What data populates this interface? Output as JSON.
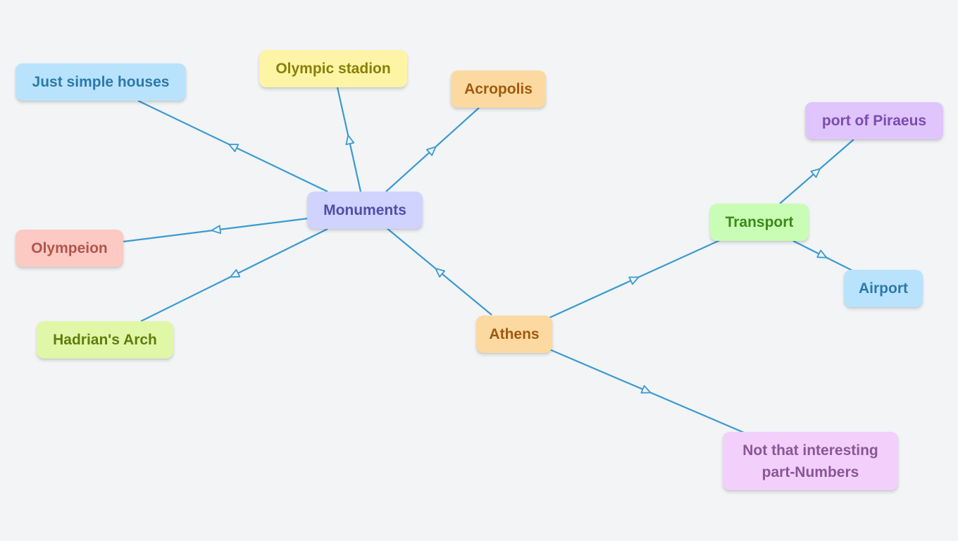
{
  "diagram": {
    "type": "mind-map",
    "nodes": {
      "athens": "Athens",
      "monuments": "Monuments",
      "transport": "Transport",
      "just_simple_houses": "Just simple houses",
      "olympic_stadion": "Olympic stadion",
      "acropolis": "Acropolis",
      "olympeion": "Olympeion",
      "hadrians_arch": "Hadrian's Arch",
      "port_of_piraeus": "port of Piraeus",
      "airport": "Airport",
      "not_that_interesting_line1": "Not that interesting",
      "not_that_interesting_line2": "part-Numbers"
    },
    "edges": [
      {
        "from": "athens",
        "to": "monuments"
      },
      {
        "from": "athens",
        "to": "transport"
      },
      {
        "from": "athens",
        "to": "not_that_interesting"
      },
      {
        "from": "monuments",
        "to": "just_simple_houses"
      },
      {
        "from": "monuments",
        "to": "olympic_stadion"
      },
      {
        "from": "monuments",
        "to": "acropolis"
      },
      {
        "from": "monuments",
        "to": "olympeion"
      },
      {
        "from": "monuments",
        "to": "hadrians_arch"
      },
      {
        "from": "transport",
        "to": "port_of_piraeus"
      },
      {
        "from": "transport",
        "to": "airport"
      }
    ],
    "colors": {
      "edge": "#3a9ad0",
      "background": "#f2f4f6"
    }
  }
}
